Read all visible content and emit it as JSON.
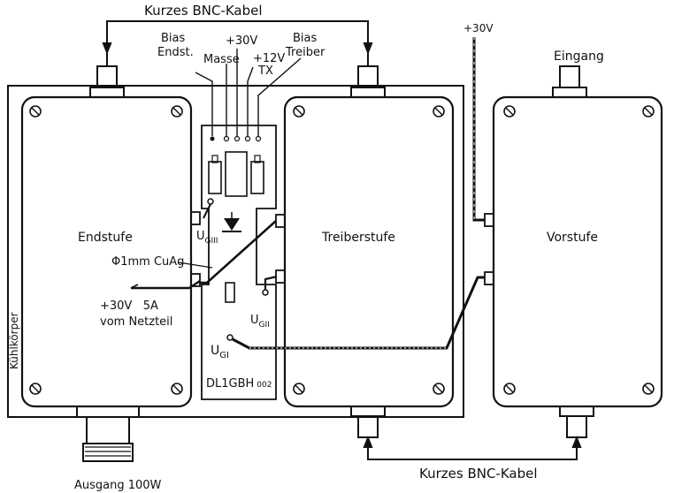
{
  "top_cable_label": "Kurzes BNC-Kabel",
  "bottom_cable_label": "Kurzes BNC-Kabel",
  "plus30_top": "+30V",
  "eingang": "Eingang",
  "bias_endst_line1": "Bias",
  "bias_endst_line2": "Endst.",
  "masse": "Masse",
  "plus30_ctrl": "+30V",
  "plus12_line1": "+12V",
  "plus12_line2": "TX",
  "bias_treiber_line1": "Bias",
  "bias_treiber_line2": "Treiber",
  "endstufe": "Endstufe",
  "treiberstufe": "Treiberstufe",
  "vorstufe": "Vorstufe",
  "wire_label": "Φ1mm CuAg",
  "supply_line1": "+30V   5A",
  "supply_line2": "vom Netzteil",
  "heatsink": "Kühlkörper",
  "ug3": "U",
  "ug3_sub": "GIII",
  "ug2": "U",
  "ug2_sub": "GII",
  "ug1": "U",
  "ug1_sub": "GI",
  "board_id": "DL1GBH",
  "board_id_sub": "002",
  "ausgang": "Ausgang 100W"
}
